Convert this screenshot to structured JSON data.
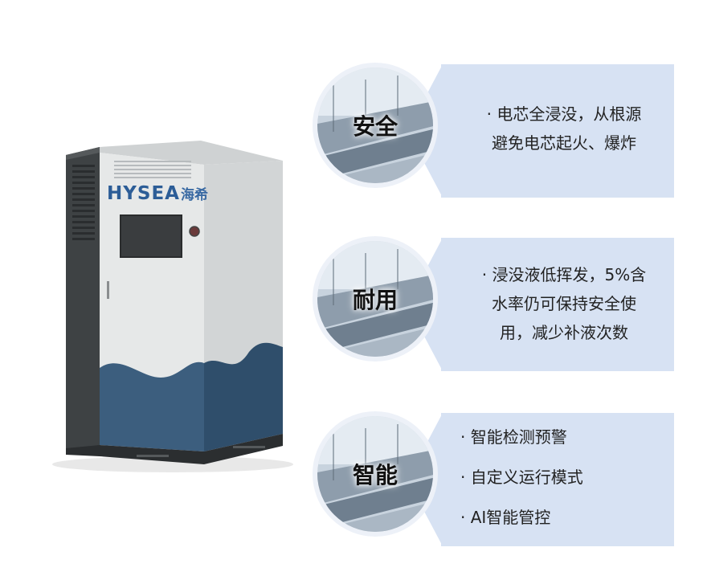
{
  "product": {
    "brand_en": "HYSEA",
    "brand_cn": "海希"
  },
  "features": [
    {
      "title": "安全",
      "lines": [
        "· 电芯全浸没，从根源",
        "避免电芯起火、爆炸"
      ]
    },
    {
      "title": "耐用",
      "lines": [
        "· 浸没液低挥发，5%含",
        "水率仍可保持安全使",
        "用，减少补液次数"
      ]
    },
    {
      "title": "智能",
      "lines": [
        "· 智能检测预警",
        "· 自定义运行模式",
        "·  AI智能管控"
      ]
    }
  ],
  "colors": {
    "panel": "#d7e2f3",
    "cabinet_body": "#e2e4e4",
    "cabinet_wave": "#3d5f7f",
    "side_panel": "#3f4345",
    "brand": "#2c5d97"
  }
}
